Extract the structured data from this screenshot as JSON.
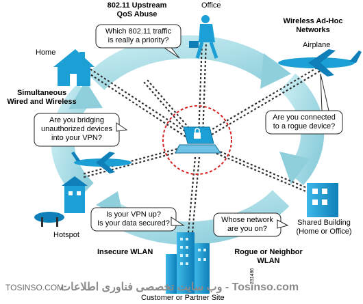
{
  "labels": {
    "upstream_abuse": "802.11 Upstream\nQoS Abuse",
    "office": "Office",
    "adhoc": "Wireless Ad-Hoc\nNetworks",
    "airplane": "Airplane",
    "home": "Home",
    "simultaneous": "Simultaneous\nWired and Wireless",
    "hotspot": "Hotspot",
    "insecure_wlan": "Insecure WLAN",
    "rogue_wlan": "Rogue or Neighbor\nWLAN",
    "shared_building": "Shared Building\n(Home or Office)",
    "customer_site": "Customer or Partner Site",
    "figure_id": "231486"
  },
  "bubbles": {
    "qos": "Which 802.11 traffic\nis really a priority?",
    "rogue": "Are you connected\nto a rogue device?",
    "bridging": "Are you bridging\nunauthorized devices\ninto your VPN?",
    "vpn": "Is your VPN up?\nIs your data secured?",
    "neighbor": "Whose network\nare you on?"
  },
  "watermark": {
    "left": "TOSINSO.COM",
    "right": "وب سایت تخصصی فناوری اطلاعات - Tosinso.com"
  },
  "colors": {
    "ring": "#a7dce6",
    "ring_dark": "#6fb9c9",
    "building": "#1b9fd4",
    "laptop_zone": "#d62020",
    "helix": "#2f2f2f"
  }
}
